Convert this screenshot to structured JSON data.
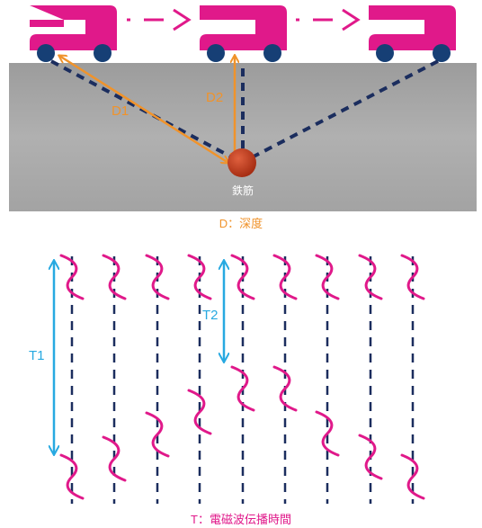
{
  "labels": {
    "d1": "D1",
    "d2": "D2",
    "rebar": "鉄筋",
    "depth_caption": "D：深度",
    "t1": "T1",
    "t2": "T2",
    "time_caption": "T：電磁波伝播時間"
  },
  "colors": {
    "cart": "#e0198a",
    "wheel": "#163f75",
    "concrete": "#a7a7a7",
    "dashed_path": "#1b2d5e",
    "depth_arrow": "#f0932b",
    "rebar": "#c1351a",
    "time_arrow": "#27a9e1",
    "wave": "#e0198a"
  },
  "icons": {
    "cart": "radar-cart-icon",
    "motion_arrow": "dashed-arrow-icon"
  }
}
